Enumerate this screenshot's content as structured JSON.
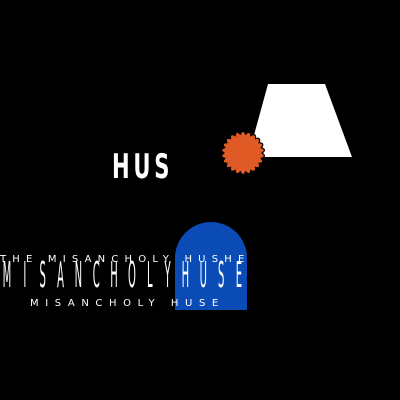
{
  "poster": {
    "title": "HUS",
    "line_top": "THE MISANCHOLY HUSHE",
    "line_bottom": "MISANCHOLY HUSE",
    "stretched": [
      "M",
      "I",
      "S",
      "A",
      "N",
      "C",
      "H",
      "O",
      "L",
      "Y",
      "H",
      "U",
      "S",
      "E"
    ],
    "colors": {
      "background": "#000000",
      "trapezoid": "#ffffff",
      "sun": "#e05a25",
      "arch": "#0a4bb5",
      "text": "#ffffff"
    }
  }
}
